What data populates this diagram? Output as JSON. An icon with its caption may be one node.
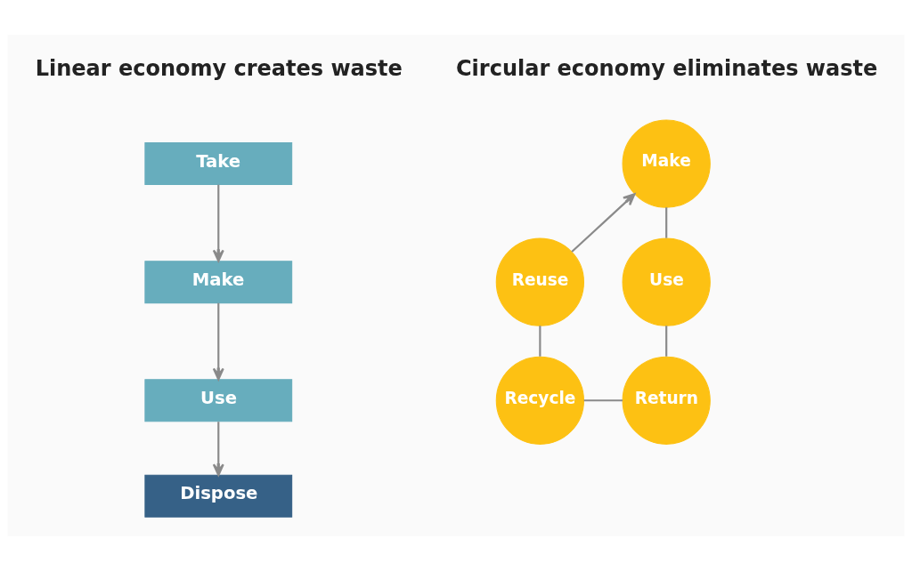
{
  "diagram": {
    "nodes": [
      {
        "text": [
          "Take"
        ]
      },
      {
        "text": [
          "Make"
        ]
      },
      {
        "text": [
          "Use"
        ]
      },
      {
        "text": [
          "Dispose"
        ]
      },
      {
        "text": [
          "Make"
        ]
      },
      {
        "text": [
          "Use"
        ]
      },
      {
        "text": [
          "Return"
        ]
      },
      {
        "text": [
          "Recycle"
        ]
      },
      {
        "text": [
          "Reuse"
        ]
      }
    ],
    "edges": [
      {
        "from": 0,
        "to": 1,
        "arrow": "to"
      },
      {
        "from": 1,
        "to": 2,
        "arrow": "to"
      },
      {
        "from": 2,
        "to": 3,
        "arrow": "to"
      },
      {
        "from": 4,
        "to": 5,
        "arrow": "none"
      },
      {
        "from": 5,
        "to": 6,
        "arrow": "none"
      },
      {
        "from": 7,
        "to": 6,
        "arrow": "none"
      },
      {
        "from": 8,
        "to": 7,
        "arrow": "none"
      },
      {
        "from": 8,
        "to": 4,
        "arrow": "to"
      }
    ],
    "labels": [
      "Linear economy creates waste",
      "Circular economy eliminates waste"
    ]
  }
}
